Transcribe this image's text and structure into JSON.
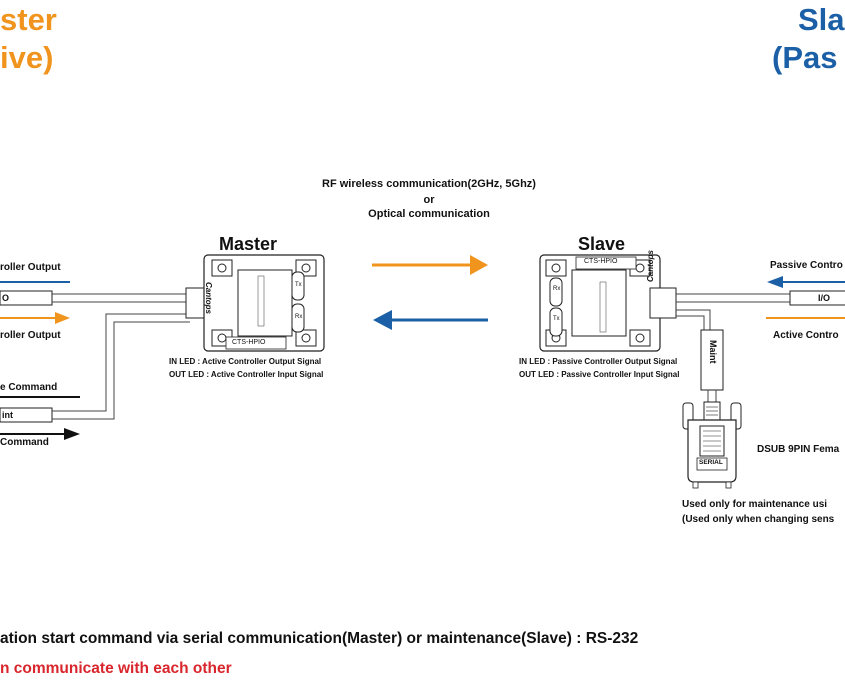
{
  "header": {
    "master_line1": "ster",
    "master_line2": "ive)",
    "slave_line1": "Sla",
    "slave_line2": "(Pas"
  },
  "center": {
    "line1": "RF wireless communication(2GHz, 5Ghz)",
    "line2": "or",
    "line3": "Optical communication"
  },
  "master": {
    "title": "Master",
    "brand": "Cantops",
    "model": "CTS-HPIO",
    "port_tx": "Tx",
    "port_rx": "Rx",
    "led_in": "IN LED : Active Controller Output Signal",
    "led_out": "OUT LED : Active Controller Input Signal"
  },
  "slave": {
    "title": "Slave",
    "brand": "Cantops",
    "model": "CTS-HPIO",
    "port_tx": "Tx",
    "port_rx": "Rx",
    "led_in": "IN LED : Passive Controller Output Signal",
    "led_out": "OUT LED : Passive Controller Input Signal",
    "maint_label": "Maint",
    "serial_label": "SERIAL",
    "dsub_label": "DSUB 9PIN Fema",
    "note_line1": "Used only for maintenance usi",
    "note_line2": "(Used only when changing sens"
  },
  "left": {
    "ctrl_out_top": "roller Output",
    "io_label": "O",
    "ctrl_out_bottom": "roller Output",
    "cmd_top": "e Command",
    "maint_label": "int",
    "cmd_bottom": "Command"
  },
  "right": {
    "passive_ctrl": "Passive Contro",
    "io_label": "I/O",
    "active_ctrl": "Active Contro"
  },
  "footer": {
    "line1": "ation start command via serial communication(Master) or maintenance(Slave) : RS-232",
    "line2": "n communicate with each other"
  },
  "colors": {
    "orange": "#f0941d",
    "blue": "#1b5fa6",
    "red": "#d9262c"
  }
}
